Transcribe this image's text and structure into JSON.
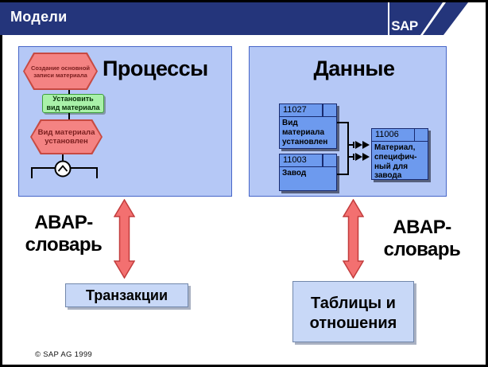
{
  "colors": {
    "navy": "#24357B",
    "panel_bg": "#B5C8F6",
    "panel_border": "#4766C8",
    "event_fill": "#F48383",
    "event_border": "#C74A42",
    "event_text": "#7A1E1E",
    "function_fill": "#A9F1A9",
    "function_border": "#3E9E3E",
    "entity_fill": "#6D9AEE",
    "entity_border": "#182A6E",
    "arrow_fill": "#F37070",
    "arrow_border": "#C23C3C",
    "io_box_bg": "#C8D8F7"
  },
  "header": {
    "title": "Модели",
    "logo": "SAP"
  },
  "process_panel": {
    "title": "Процессы",
    "start_event": "Создание основной\nзаписи материала",
    "function_step": "Установить\nвид материала",
    "end_event": "Вид материала\nустановлен"
  },
  "data_panel": {
    "title": "Данные",
    "entities": [
      {
        "id": "11027",
        "name": "Вид\nматериала\nустановлен"
      },
      {
        "id": "11003",
        "name": "Завод"
      },
      {
        "id": "11006",
        "name": "Материал,\nспецифич-\nный для\nзавода"
      }
    ]
  },
  "bridges": {
    "left": {
      "label": "ABAP-\nсловарь",
      "target": "Транзакции"
    },
    "right": {
      "label": "ABAP-\nсловарь",
      "target": "Таблицы и\nотношения"
    }
  },
  "footer": {
    "copyright": "© SAP AG 1999"
  }
}
